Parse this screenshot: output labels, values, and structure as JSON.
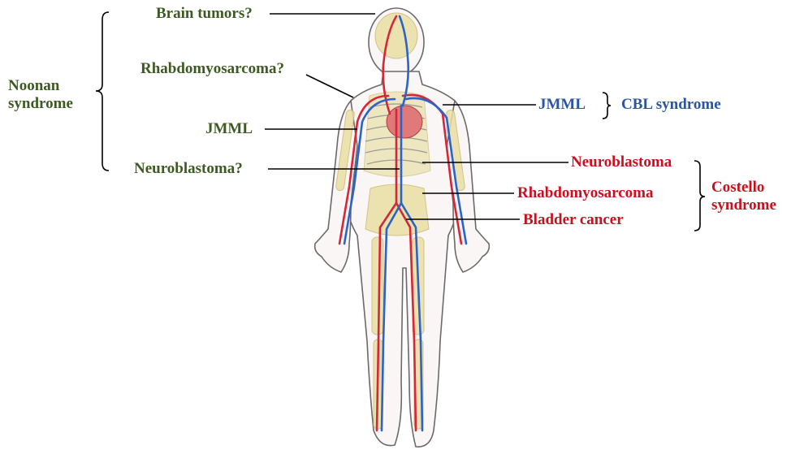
{
  "colors": {
    "noonan_text": "#3d5a22",
    "cbl_text": "#2b55a3",
    "costello_text": "#c8101e",
    "artery": "#d62638",
    "vein": "#2b63c8",
    "bone": "#e9dfa4",
    "skin_outline": "#666666"
  },
  "syndromes": {
    "noonan": {
      "name_line1": "Noonan",
      "name_line2": "syndrome",
      "labels": [
        "Brain tumors?",
        "Rhabdomyosarcoma?",
        "JMML",
        "Neuroblastoma?"
      ]
    },
    "cbl": {
      "name": "CBL syndrome",
      "labels": [
        "JMML"
      ]
    },
    "costello": {
      "name_line1": "Costello",
      "name_line2": "syndrome",
      "labels": [
        "Neuroblastoma",
        "Rhabdomyosarcoma",
        "Bladder cancer"
      ]
    }
  },
  "figure": {
    "illustration": "human-circulatory-system"
  }
}
